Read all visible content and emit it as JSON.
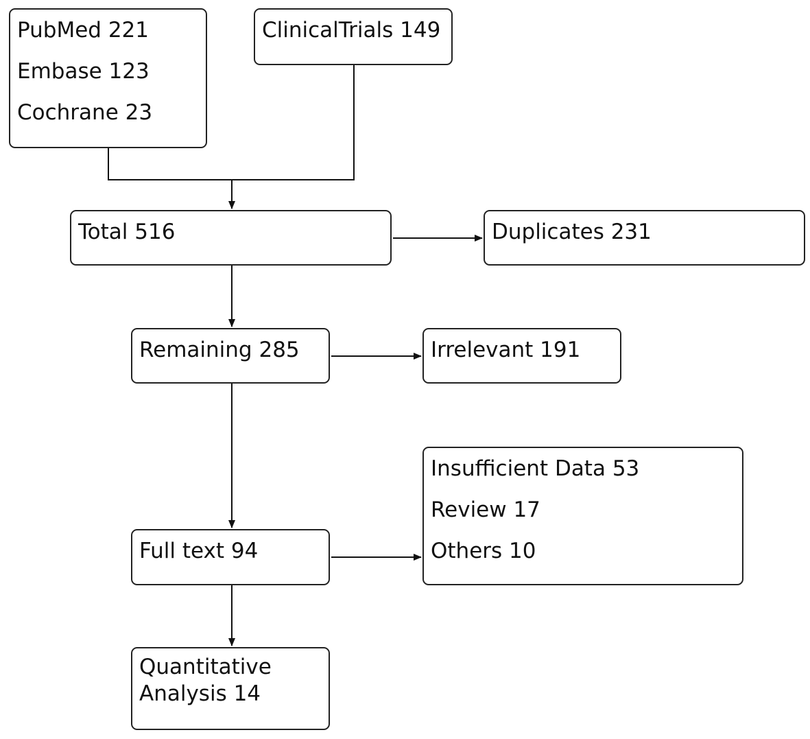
{
  "diagram": {
    "sources": {
      "lines": [
        "PubMed 221",
        "Embase 123",
        "Cochrane 23"
      ]
    },
    "clinicaltrials": "ClinicalTrials 149",
    "total": "Total 516",
    "duplicates": "Duplicates 231",
    "remaining": "Remaining 285",
    "irrelevant": "Irrelevant 191",
    "exclusions": {
      "lines": [
        "Insufficient Data 53",
        "Review 17",
        "Others 10"
      ]
    },
    "full_text": "Full text 94",
    "quantitative": {
      "lines": [
        "Quantitative",
        "Analysis 14"
      ]
    }
  }
}
